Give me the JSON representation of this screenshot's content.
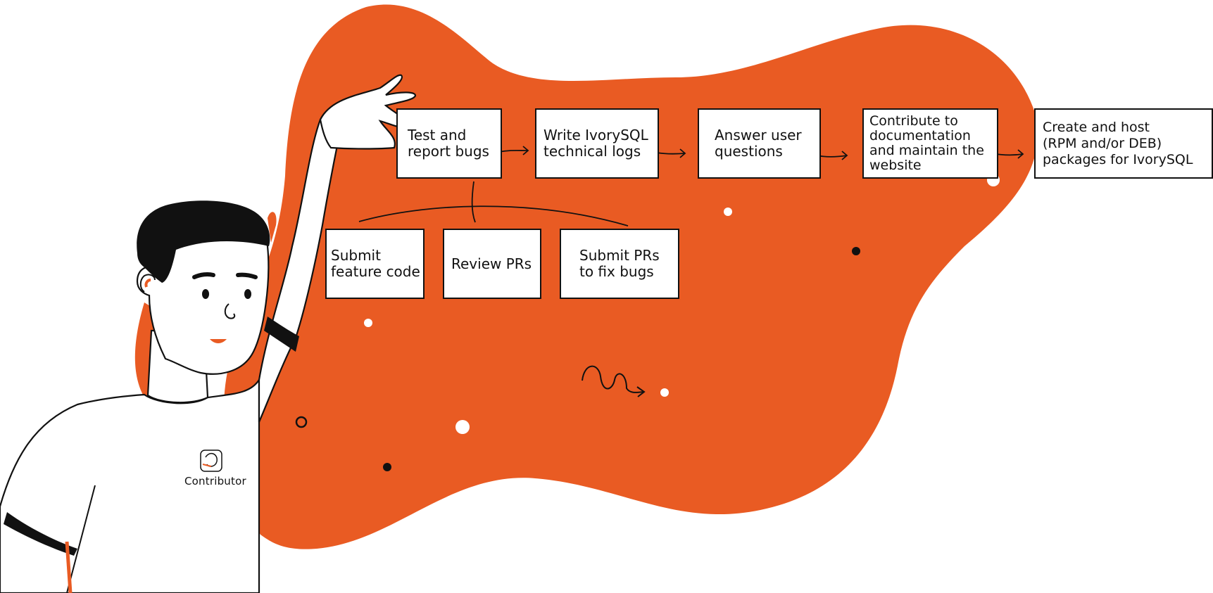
{
  "colors": {
    "blob": "#E95B23",
    "ink": "#111111",
    "box_fill": "#ffffff",
    "shirt": "#ffffff"
  },
  "flow": {
    "main_steps": [
      {
        "id": "test",
        "label": "Test and\nreport bugs"
      },
      {
        "id": "write-logs",
        "label": "Write IvorySQL\ntechnical logs"
      },
      {
        "id": "answer",
        "label": "Answer user\nquestions"
      },
      {
        "id": "docs",
        "label": "Contribute to\ndocumentation\nand maintain the\nwebsite"
      },
      {
        "id": "packages",
        "label": "Create and host\n(RPM and/or DEB)\npackages for IvorySQL"
      }
    ],
    "branch_steps": [
      {
        "id": "feature",
        "label": "Submit\nfeature code"
      },
      {
        "id": "review",
        "label": "Review PRs"
      },
      {
        "id": "fix",
        "label": "Submit PRs\nto fix bugs"
      }
    ]
  },
  "illustration": {
    "shirt_label": "Contributor",
    "logo_icon": "ivorysql-elephant-logo-icon"
  }
}
